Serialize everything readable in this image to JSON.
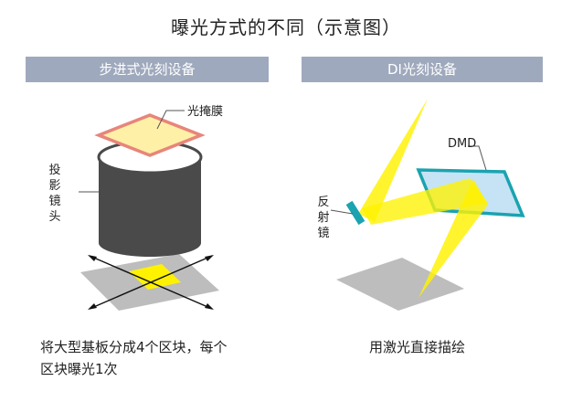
{
  "title": "曝光方式的不同（示意图）",
  "left_panel": {
    "header": "步进式光刻设备",
    "mask_label": "光掩膜",
    "lens_label": "投影镜头",
    "caption_line1": "将大型基板分成4个区块，每个",
    "caption_line2": "区块曝光1次"
  },
  "right_panel": {
    "header": "DI光刻设备",
    "dmd_label": "DMD",
    "mirror_label": "反射镜",
    "caption": "用激光直接描绘"
  },
  "colors": {
    "header_bg": "#9fa9bd",
    "mask_fill": "#fff0a8",
    "mask_border": "#e8857a",
    "lens_body": "#4a4a4a",
    "substrate": "#bdbdbd",
    "exposure_yellow": "#fff200",
    "dmd_fill": "#c5e3f5",
    "dmd_border": "#1aa3b0"
  }
}
